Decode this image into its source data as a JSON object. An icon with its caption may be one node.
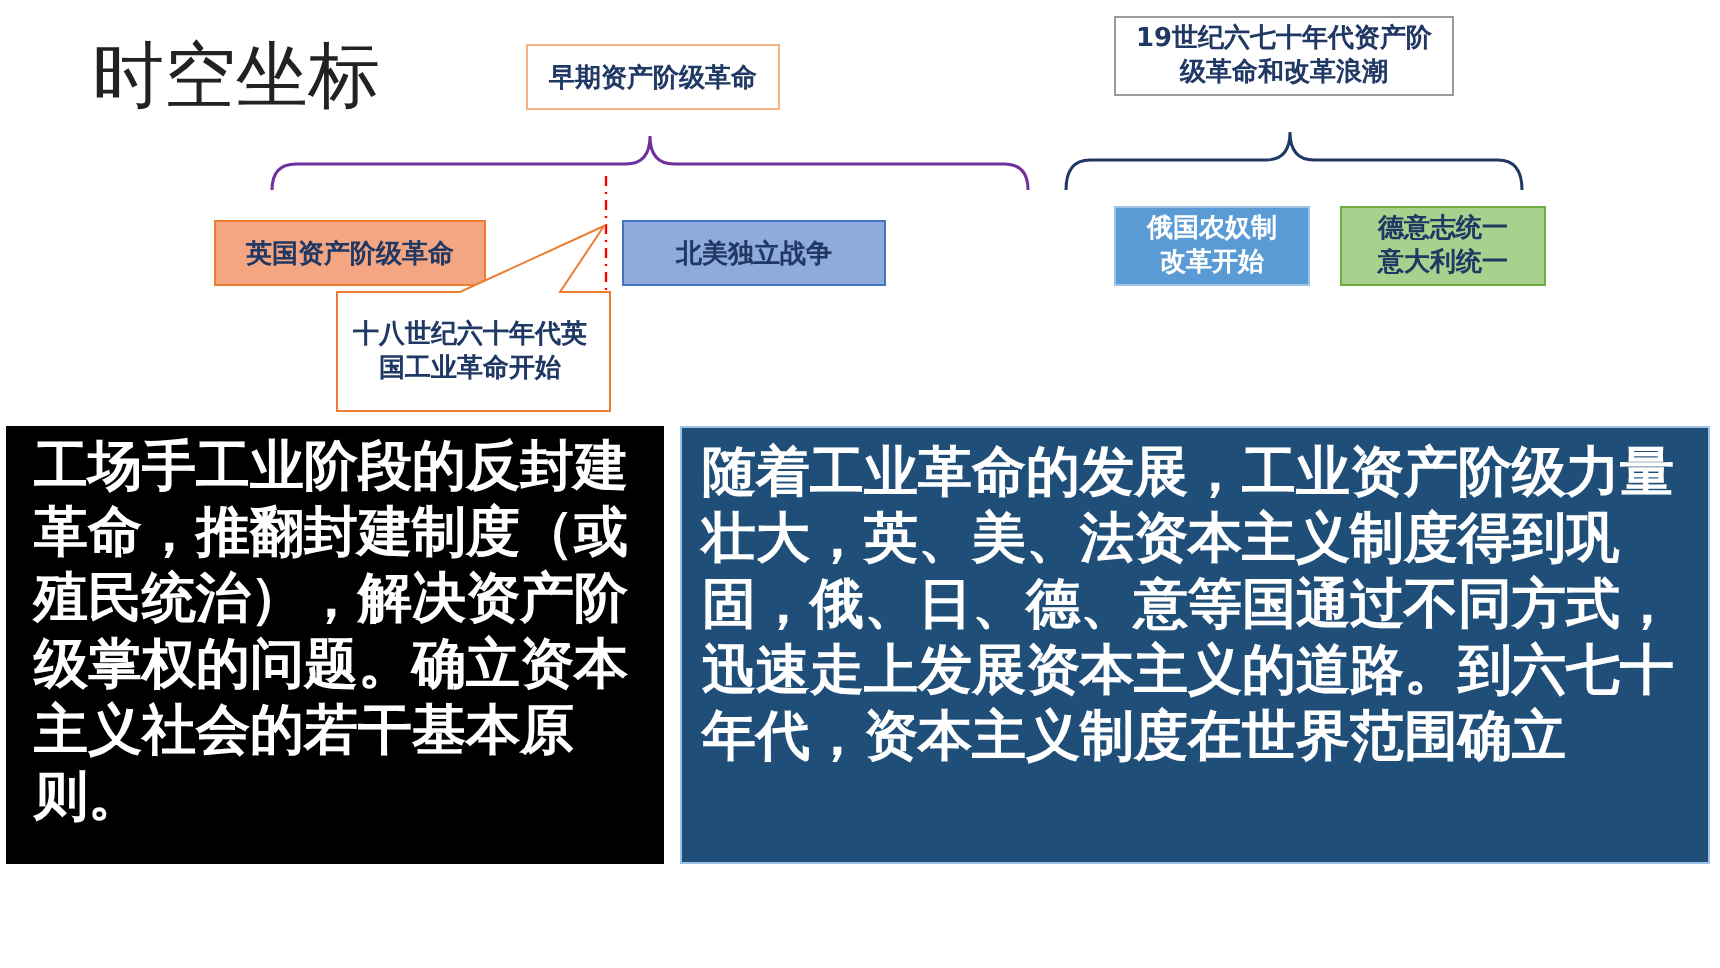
{
  "diagram": {
    "title": "时空坐标",
    "nodes": [
      {
        "text": [
          "早期资产阶级革命"
        ]
      },
      {
        "text": [
          "19世纪六七十年代资产阶级革命和改革浪潮"
        ]
      },
      {
        "text": [
          "英国资产阶级革命"
        ]
      },
      {
        "text": [
          "北美独立战争"
        ]
      },
      {
        "text": [
          "十八世纪六十年代英国工业革命开始"
        ]
      },
      {
        "text": [
          "俄国农奴制改革开始"
        ]
      },
      {
        "text": [
          "德意志统一意大利统一"
        ]
      },
      {
        "text": [
          "工场手工业阶段的反封建革命，推翻封建制度（或殖民统治），解决资产阶级掌权的问题。确立资本主义社会的若干基本原则。"
        ]
      },
      {
        "text": [
          "随着**工业革命的**发展，**工业资产阶级**力量壮大，英、美、法资本主义制度得到巩固，俄、日、德、意等国通过不同方式，迅速走上发展资本主义的道路。到六七十年代，资本主义制度在世界范围确立"
        ]
      }
    ]
  }
}
